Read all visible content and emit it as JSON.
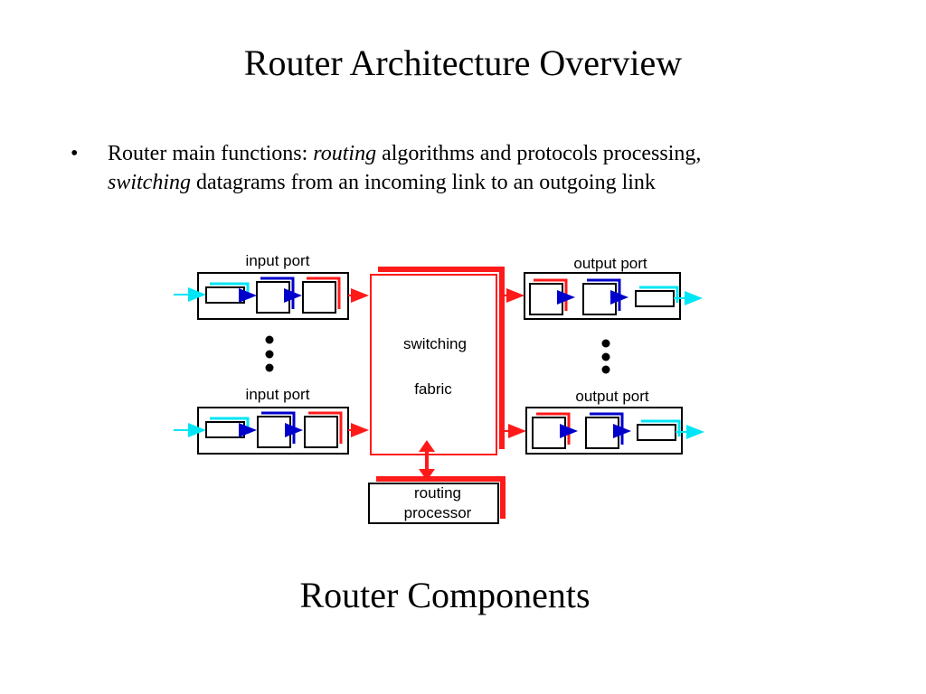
{
  "slide": {
    "title": "Router Architecture Overview",
    "bullet": {
      "marker": "•",
      "text_1": "Router main functions: ",
      "em_1": "routing",
      "text_2": " algorithms and protocols processing,",
      "em_2": "switching",
      "text_3": " datagrams from an incoming link to an outgoing link"
    },
    "caption": "Router Components"
  },
  "diagram": {
    "input_port_top_label": "input port",
    "input_port_bottom_label": "input port",
    "output_port_top_label": "output port",
    "output_port_bottom_label": "output port",
    "fabric_label_line1": "switching",
    "fabric_label_line2": "fabric",
    "processor_label_line1": "routing",
    "processor_label_line2": "processor",
    "colors": {
      "link_cyan": "#00e5f5",
      "queue_blue": "#0000cc",
      "fabric_red": "#ff1a1a",
      "box_outline": "#000000"
    }
  }
}
